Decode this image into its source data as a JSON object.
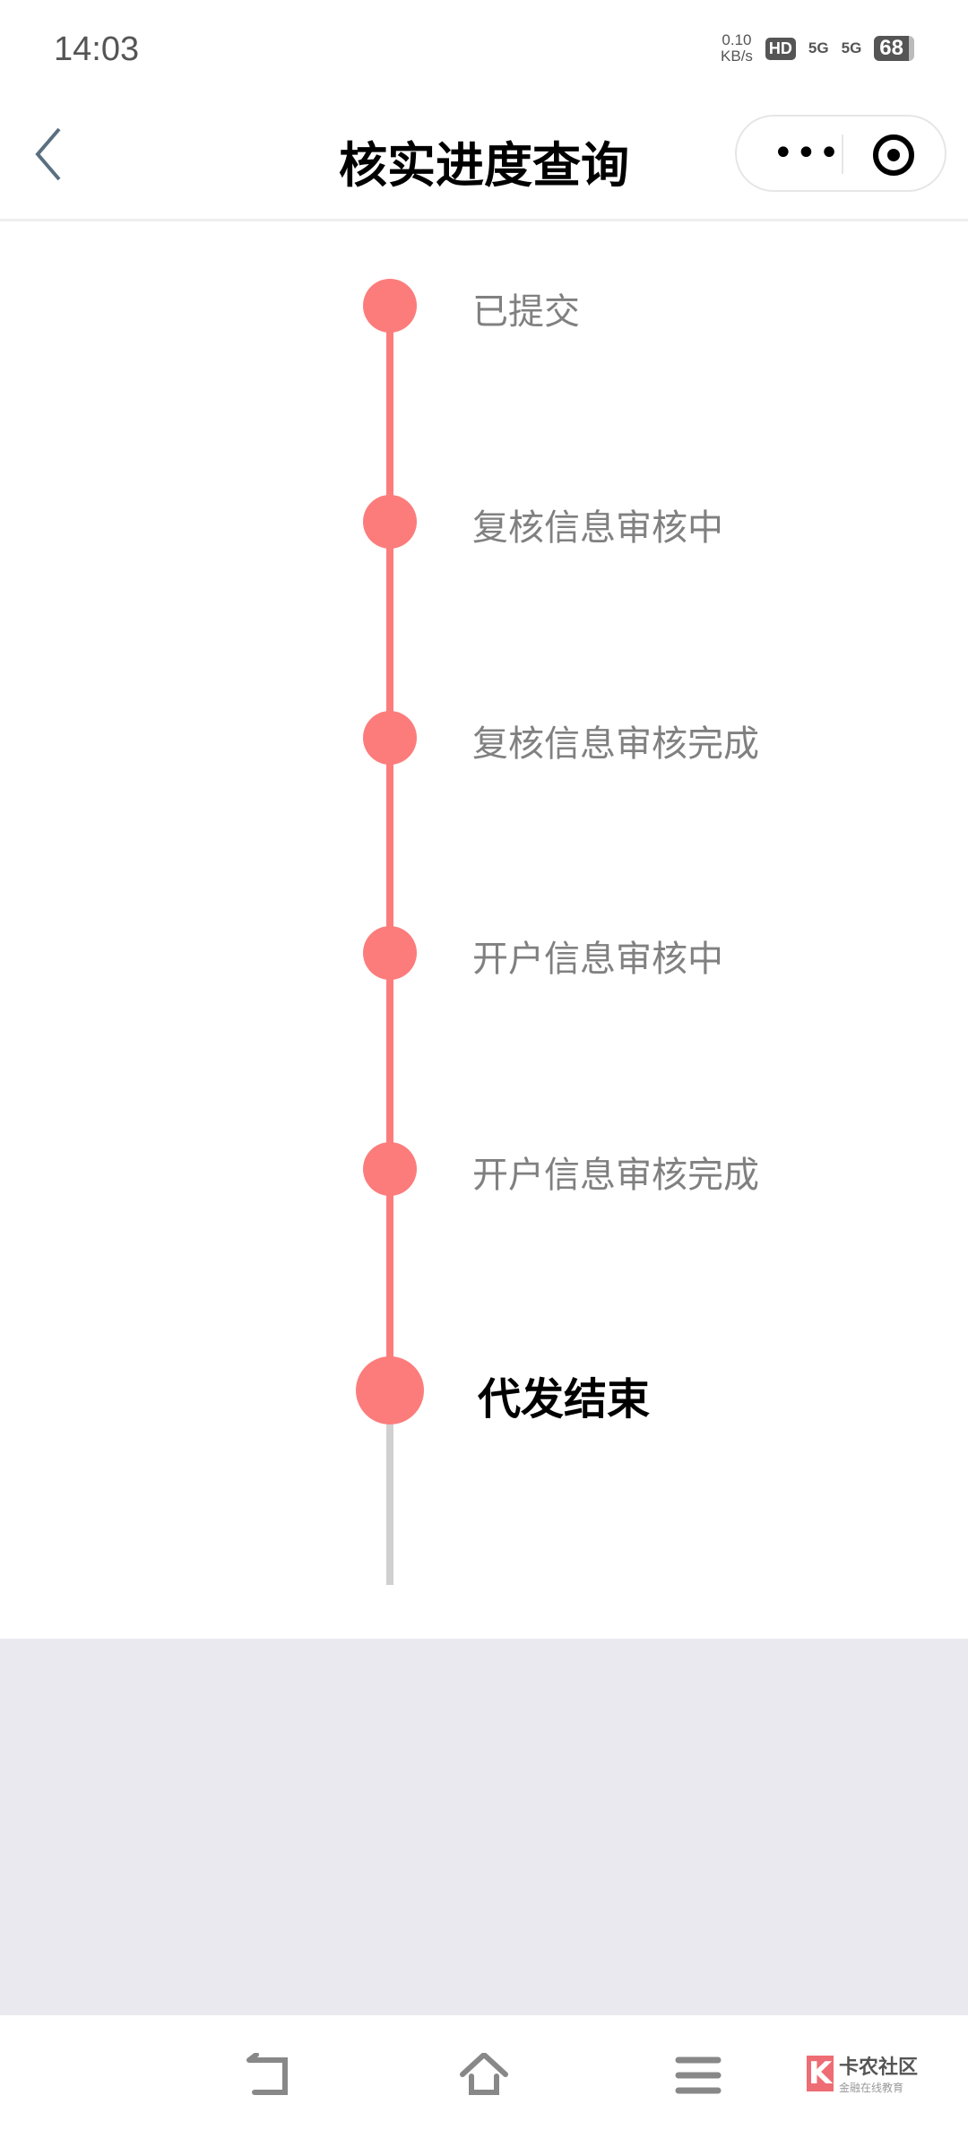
{
  "status_bar": {
    "time": "14:03",
    "net_speed": "0.10",
    "net_unit": "KB/s",
    "hd": "HD",
    "sim1": "5G",
    "sim2": "5G",
    "battery": "68"
  },
  "header": {
    "title": "核实进度查询",
    "more_label": "•••"
  },
  "timeline": {
    "steps": [
      {
        "label": "已提交",
        "completed": true
      },
      {
        "label": "复核信息审核中",
        "completed": true
      },
      {
        "label": "复核信息审核完成",
        "completed": true
      },
      {
        "label": "开户信息审核中",
        "completed": true
      },
      {
        "label": "开户信息审核完成",
        "completed": true
      },
      {
        "label": "代发结束",
        "current": true
      }
    ],
    "active_color": "#fc7c7c",
    "inactive_color": "#d0d0d0"
  },
  "watermark": {
    "name": "卡农社区",
    "tagline": "金融在线教育",
    "logo_letter": "K"
  }
}
